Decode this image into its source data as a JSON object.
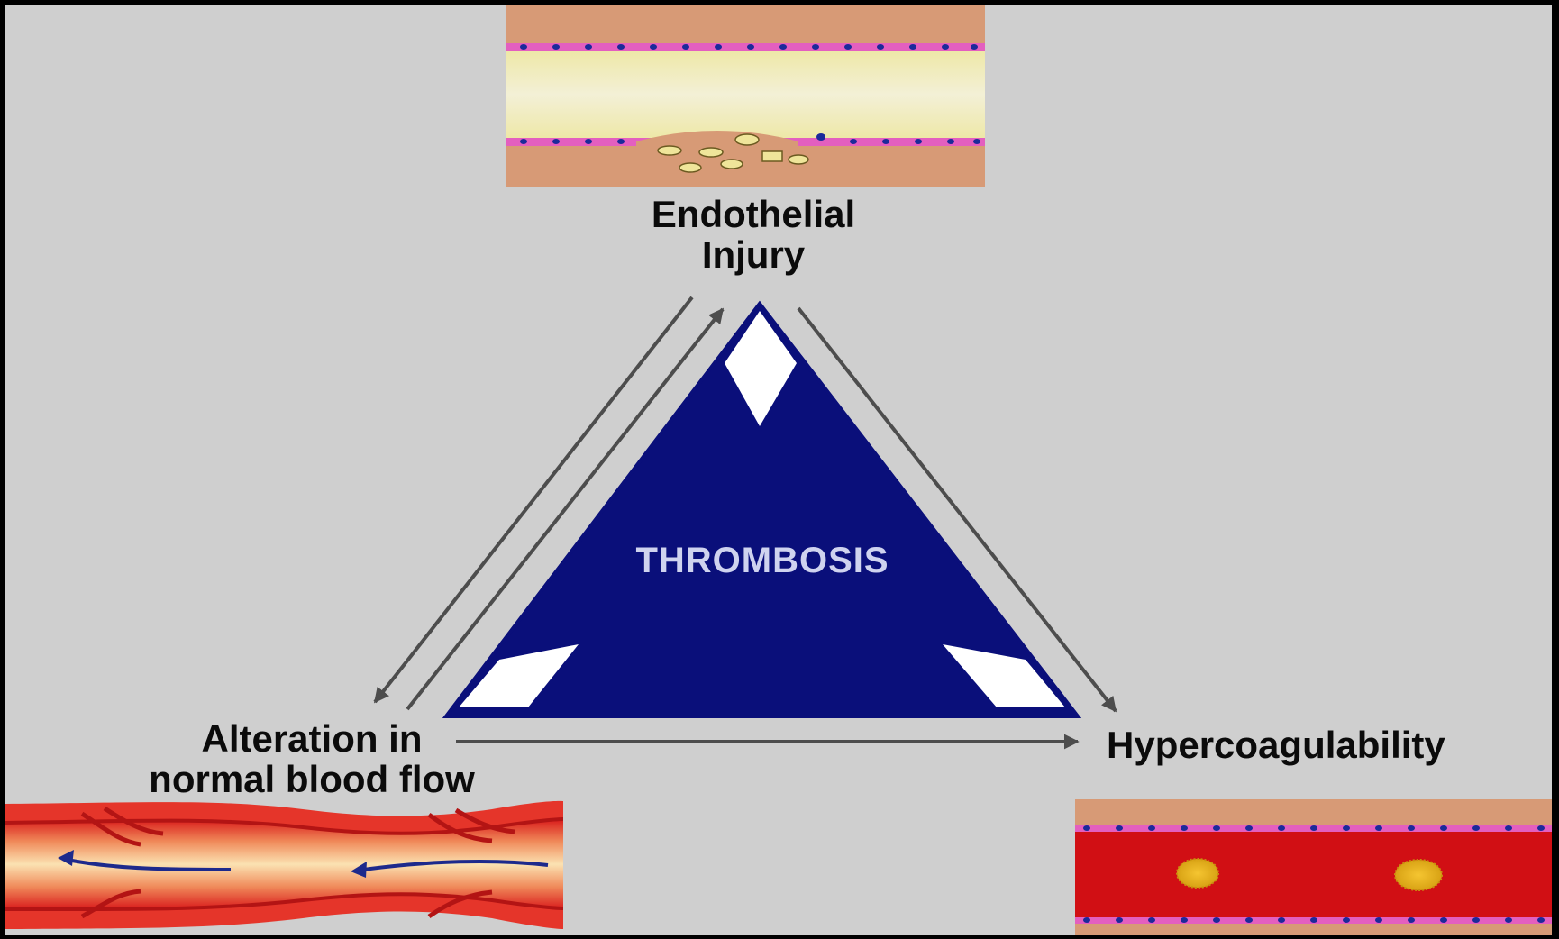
{
  "diagram": {
    "title": "",
    "center": {
      "label": "THROMBOSIS"
    },
    "vertices": [
      {
        "id": "endothelial",
        "lines": [
          "Endothelial",
          "Injury"
        ]
      },
      {
        "id": "blood_flow",
        "lines": [
          "Alteration in",
          "normal blood flow"
        ]
      },
      {
        "id": "hypercoag",
        "lines": [
          "Hypercoagulability"
        ]
      }
    ],
    "edges": [
      {
        "from": "Endothelial Injury",
        "to": "Alteration in normal blood flow"
      },
      {
        "from": "Alteration in normal blood flow",
        "to": "Endothelial Injury"
      },
      {
        "from": "Endothelial Injury",
        "to": "Hypercoagulability"
      },
      {
        "from": "Alteration in normal blood flow",
        "to": "Hypercoagulability"
      }
    ],
    "images": [
      {
        "name": "endothelial-injury-vessel-image",
        "icon": "vessel-wall-injury"
      },
      {
        "name": "blood-flow-vessel-image",
        "icon": "narrowed-vessel-flow-arrows"
      },
      {
        "name": "hypercoagulable-vessel-image",
        "icon": "vessel-with-clots"
      }
    ],
    "colors": {
      "background": "#cfcfcf",
      "triangle": "#0a0f7a",
      "arrows": "#4d4d4d",
      "tissue": "#d79a76",
      "blood": "#d10f14"
    }
  }
}
